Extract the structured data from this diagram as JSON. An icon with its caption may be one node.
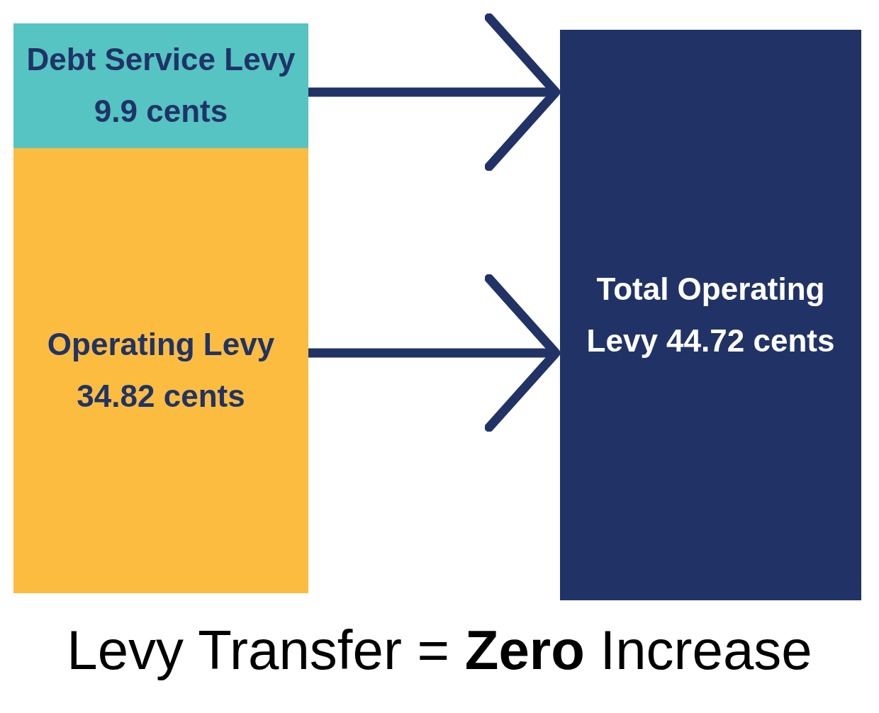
{
  "diagram": {
    "caption": "Levy Transfer = **Zero** Increase",
    "nodes": [
      {
        "text": [
          "Debt Service Levy 9.9 cents"
        ]
      },
      {
        "text": [
          "Operating Levy 34.82 cents"
        ]
      },
      {
        "text": [
          "Total Operating Levy 44.72 cents"
        ]
      }
    ],
    "edges": [
      {
        "from": 0,
        "to": 2,
        "arrow": "to"
      },
      {
        "from": 1,
        "to": 2,
        "arrow": "to"
      }
    ]
  }
}
